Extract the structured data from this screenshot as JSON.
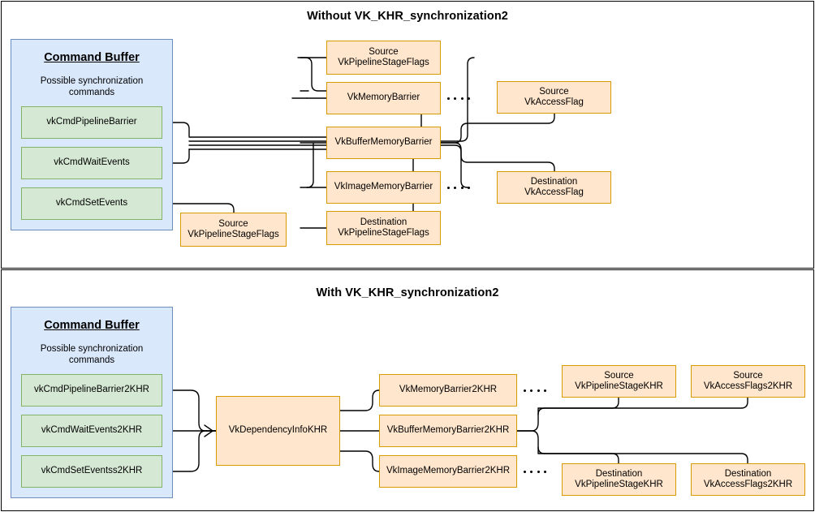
{
  "sections": [
    {
      "id": "without",
      "title": "Without VK_KHR_synchronization2",
      "command_buffer": {
        "title": "Command Buffer",
        "subtitle": "Possible synchronization commands",
        "commands": [
          {
            "label": "vkCmdPipelineBarrier"
          },
          {
            "label": "vkCmdWaitEvents"
          },
          {
            "label": "vkCmdSetEvents"
          }
        ]
      },
      "nodes": [
        {
          "id": "src-stage-flags-top",
          "label": "Source\nVkPipelineStageFlags"
        },
        {
          "id": "memory-barrier",
          "label": "VkMemoryBarrier"
        },
        {
          "id": "buffer-memory-barrier",
          "label": "VkBufferMemoryBarrier"
        },
        {
          "id": "image-memory-barrier",
          "label": "VkImageMemoryBarrier"
        },
        {
          "id": "dst-stage-flags",
          "label": "Destination\nVkPipelineStageFlags"
        },
        {
          "id": "src-access-flag",
          "label": "Source\nVkAccessFlag"
        },
        {
          "id": "dst-access-flag",
          "label": "Destination\nVkAccessFlag"
        },
        {
          "id": "src-stage-flags-bottom",
          "label": "Source\nVkPipelineStageFlags"
        }
      ]
    },
    {
      "id": "with",
      "title": "With VK_KHR_synchronization2",
      "command_buffer": {
        "title": "Command Buffer",
        "subtitle": "Possible synchronization commands",
        "commands": [
          {
            "label": "vkCmdPipelineBarrier2KHR"
          },
          {
            "label": "vkCmdWaitEvents2KHR"
          },
          {
            "label": "vkCmdSetEventss2KHR"
          }
        ]
      },
      "nodes": [
        {
          "id": "dependency-info",
          "label": "VkDependencyInfoKHR"
        },
        {
          "id": "memory-barrier2",
          "label": "VkMemoryBarrier2KHR"
        },
        {
          "id": "buffer-memory-barrier2",
          "label": "VkBufferMemoryBarrier2KHR"
        },
        {
          "id": "image-memory-barrier2",
          "label": "VkImageMemoryBarrier2KHR"
        },
        {
          "id": "src-pipeline-stage-khr",
          "label": "Source\nVkPipelineStageKHR"
        },
        {
          "id": "src-access-flags2-khr",
          "label": "Source\nVkAccessFlags2KHR"
        },
        {
          "id": "dst-pipeline-stage-khr",
          "label": "Destination\nVkPipelineStageKHR"
        },
        {
          "id": "dst-access-flags2-khr",
          "label": "Destination\nVkAccessFlags2KHR"
        }
      ]
    }
  ],
  "colors": {
    "node_fill": "#ffe6cc",
    "node_border": "#d79b00",
    "command_fill": "#d5e8d4",
    "command_border": "#82b366",
    "group_fill": "#dae8fc",
    "group_border": "#6c8ebf",
    "connector": "#000000",
    "panel_border": "#000000",
    "text": "#000000"
  }
}
